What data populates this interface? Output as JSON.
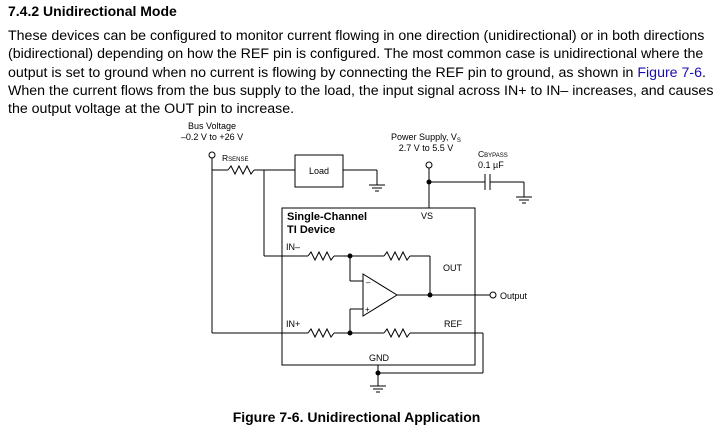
{
  "section": {
    "heading": "7.4.2 Unidirectional Mode",
    "para_lines": [
      "These devices can be configured to monitor current flowing in one direction (unidirectional) or in both directions",
      "(bidirectional) depending on how the REF pin is configured. The most common case is unidirectional where the",
      "output is set to ground when no current is flowing by connecting the REF pin to ground, as shown in ",
      "When the current flows from the bus supply to the load, the input signal across IN+ to IN– increases, and causes",
      "the output voltage at the OUT pin to increase."
    ],
    "figure_link": "Figure 7-6",
    "link_suffix": "."
  },
  "figure": {
    "bus_voltage_label": "Bus Voltage",
    "bus_voltage_range": "–0.2 V to +26 V",
    "rsense_main": "R",
    "rsense_sub": "SENSE",
    "load_label": "Load",
    "power_supply_label": "Power Supply, V",
    "power_supply_sub": "S",
    "power_supply_range": "2.7 V to 5.5 V",
    "cbypass_main": "C",
    "cbypass_sub": "BYPASS",
    "cbypass_value": "0.1 µF",
    "device_title_line1": "Single-Channel",
    "device_title_line2": "TI Device",
    "pin_vs": "VS",
    "pin_in_minus": "IN–",
    "pin_in_plus": "IN+",
    "pin_out": "OUT",
    "pin_ref": "REF",
    "pin_gnd": "GND",
    "output_label": "Output",
    "opamp_minus": "–",
    "opamp_plus": "+",
    "caption": "Figure 7-6. Unidirectional Application"
  }
}
